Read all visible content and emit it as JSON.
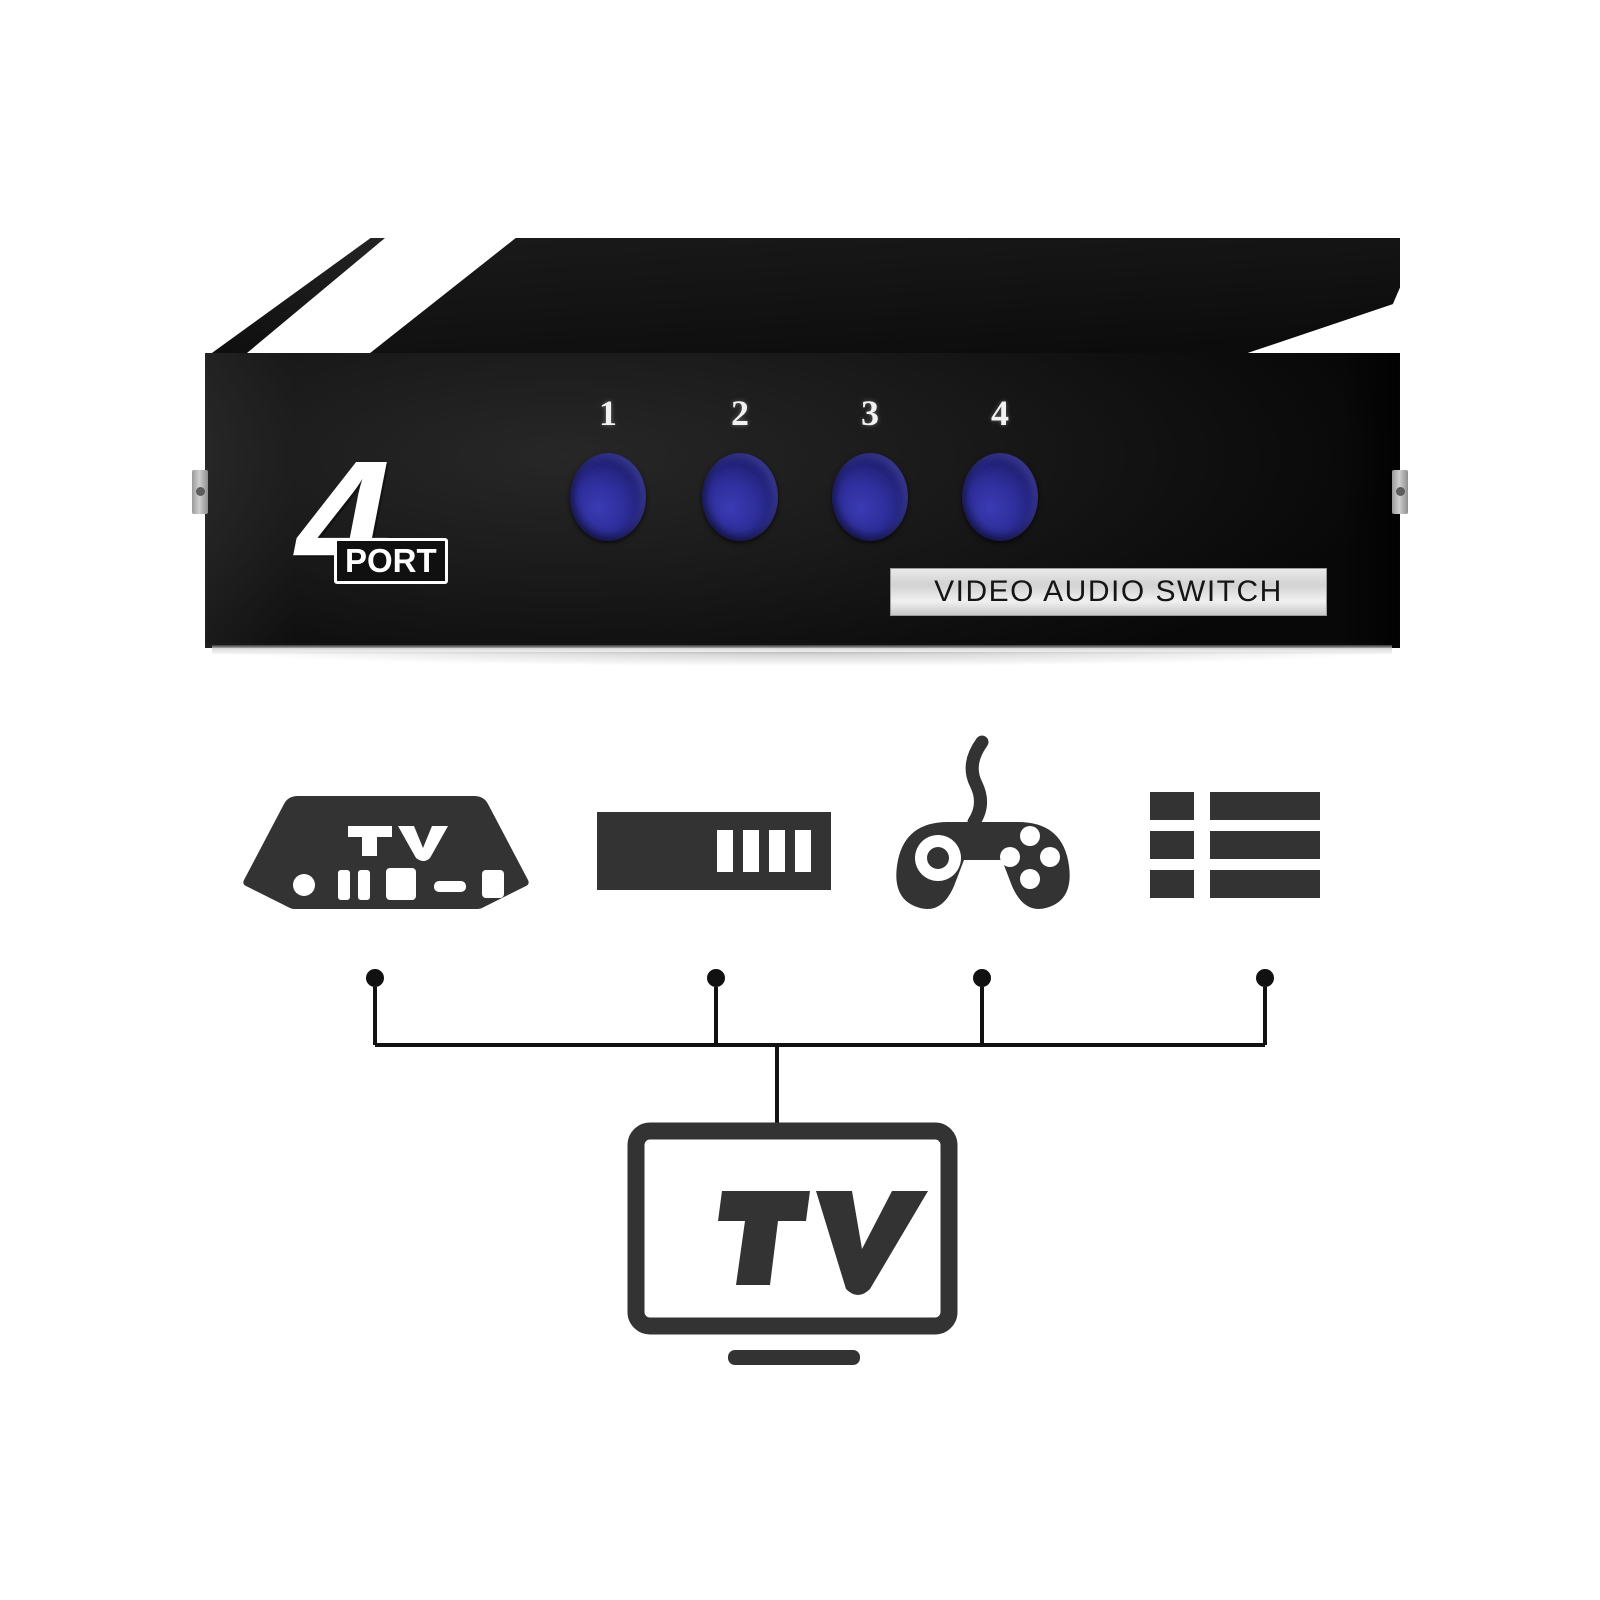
{
  "product": {
    "brand_mark": {
      "numeral": "4",
      "word": "PORT"
    },
    "front_plate_label": "VIDEO AUDIO SWITCH",
    "buttons": [
      {
        "label": "1",
        "name": "port-button-1",
        "color": "#2e2e9b"
      },
      {
        "label": "2",
        "name": "port-button-2",
        "color": "#2e2e9b"
      },
      {
        "label": "3",
        "name": "port-button-3",
        "color": "#2e2e9b"
      },
      {
        "label": "4",
        "name": "port-button-4",
        "color": "#2e2e9b"
      }
    ],
    "colors": {
      "chassis": "#1a1a1a",
      "chassis_top": "#121212",
      "button_blue": "#2e2e9b",
      "plate_silver": "#dcdcdc",
      "logo_white": "#ffffff"
    }
  },
  "diagram": {
    "sources": [
      {
        "icon": "set-top-box-icon",
        "screen_text": "TV"
      },
      {
        "icon": "dvd-player-icon",
        "screen_text": ""
      },
      {
        "icon": "game-controller-icon",
        "screen_text": ""
      },
      {
        "icon": "av-receiver-list-icon",
        "screen_text": ""
      }
    ],
    "output": {
      "icon": "tv-monitor-icon",
      "screen_text": "TV"
    },
    "wire_color": "#1a1a1a",
    "node_count": 4
  }
}
